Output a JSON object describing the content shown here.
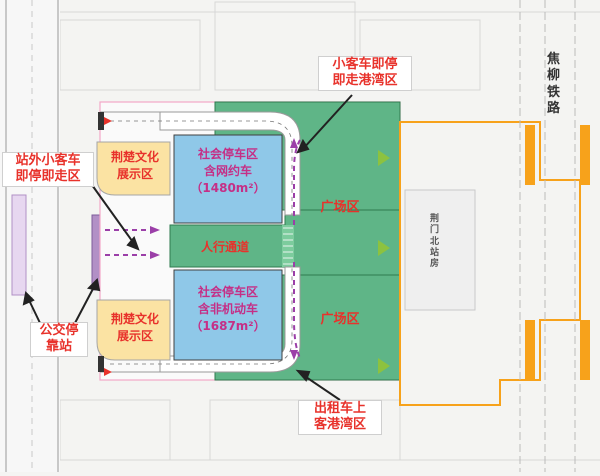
{
  "labels": {
    "road_name": "焦柳铁路",
    "kiss_ride_callout": "小客车即停\n即走港湾区",
    "outside_kiss_ride_callout": "站外小客车\n即停即走区",
    "bus_stop_callout": "公交停\n靠站",
    "taxi_callout": "出租车上\n客港湾区",
    "culture_top": "荆楚文化\n展示区",
    "culture_bottom": "荆楚文化\n展示区",
    "parking_top": "社会停车区\n含网约车\n（1480m²）",
    "parking_bottom": "社会停车区\n含非机动车\n（1687m²）",
    "pedestrian": "人行通道",
    "plaza_top": "广场区",
    "plaza_bottom": "广场区",
    "station_name": "荆门北站房"
  },
  "colors": {
    "plaza_green": "#5fb587",
    "parking_blue": "#8fc8e8",
    "culture_yellow": "#fbe3a3",
    "label_red": "#e8322b",
    "orange_outline": "#f7a21b",
    "purple_bus": "#b290c6"
  }
}
